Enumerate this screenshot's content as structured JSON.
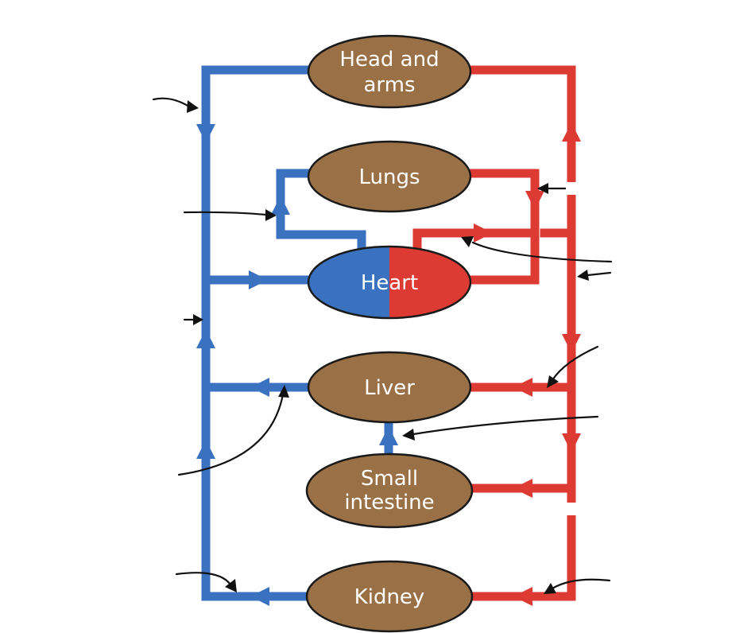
{
  "diagram": {
    "colors": {
      "deoxygenated": "#3a72c0",
      "oxygenated": "#dc3a33",
      "organ_fill": "#9a7046",
      "organ_stroke": "#1a1a1a",
      "pointer": "#111111",
      "background": "#ffffff"
    },
    "organs": {
      "head": {
        "line1": "Head and",
        "line2": "arms"
      },
      "lungs": {
        "label": "Lungs"
      },
      "heart": {
        "label": "Heart"
      },
      "liver": {
        "label": "Liver"
      },
      "intestine": {
        "line1": "Small",
        "line2": "intestine"
      },
      "kidney": {
        "label": "Kidney"
      }
    }
  }
}
